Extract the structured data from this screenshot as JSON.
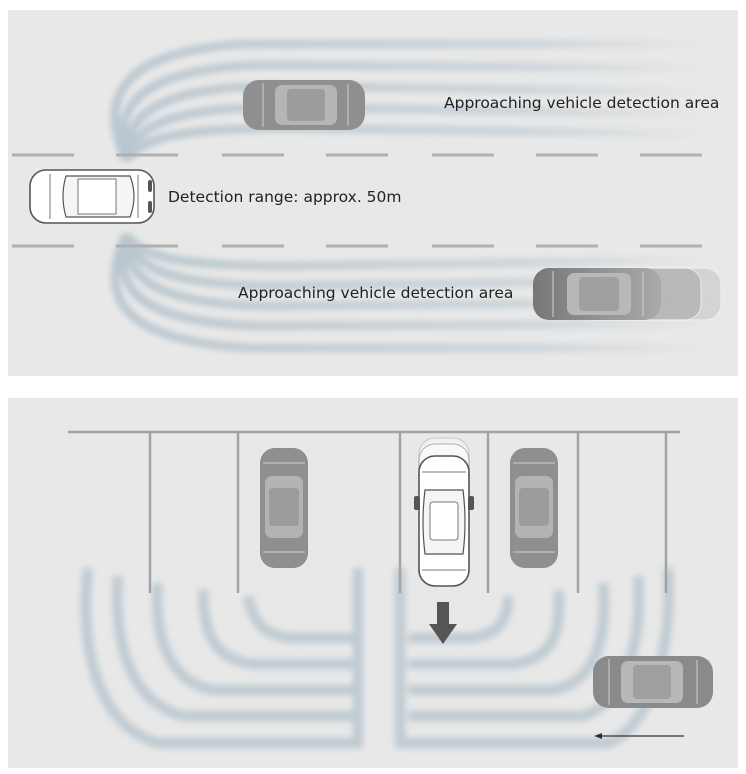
{
  "scene_top": {
    "labels": {
      "upper_area": "Approaching vehicle detection area",
      "range": "Detection range: approx. 50m",
      "lower_area": "Approaching vehicle detection area"
    }
  },
  "scene_bottom": {
    "reverse_arrow_icon": "arrow-down-icon",
    "traffic_arrow_icon": "arrow-left-icon"
  },
  "colors": {
    "panel_bg": "#e8e8e8",
    "wave": "#b9c6cf",
    "wave_dark": "#a5b5bf",
    "ghost_car": "#8a8a8a",
    "lane_marking": "#b0b0b0",
    "parking_line": "#a3a3a3",
    "arrow": "#555555"
  }
}
